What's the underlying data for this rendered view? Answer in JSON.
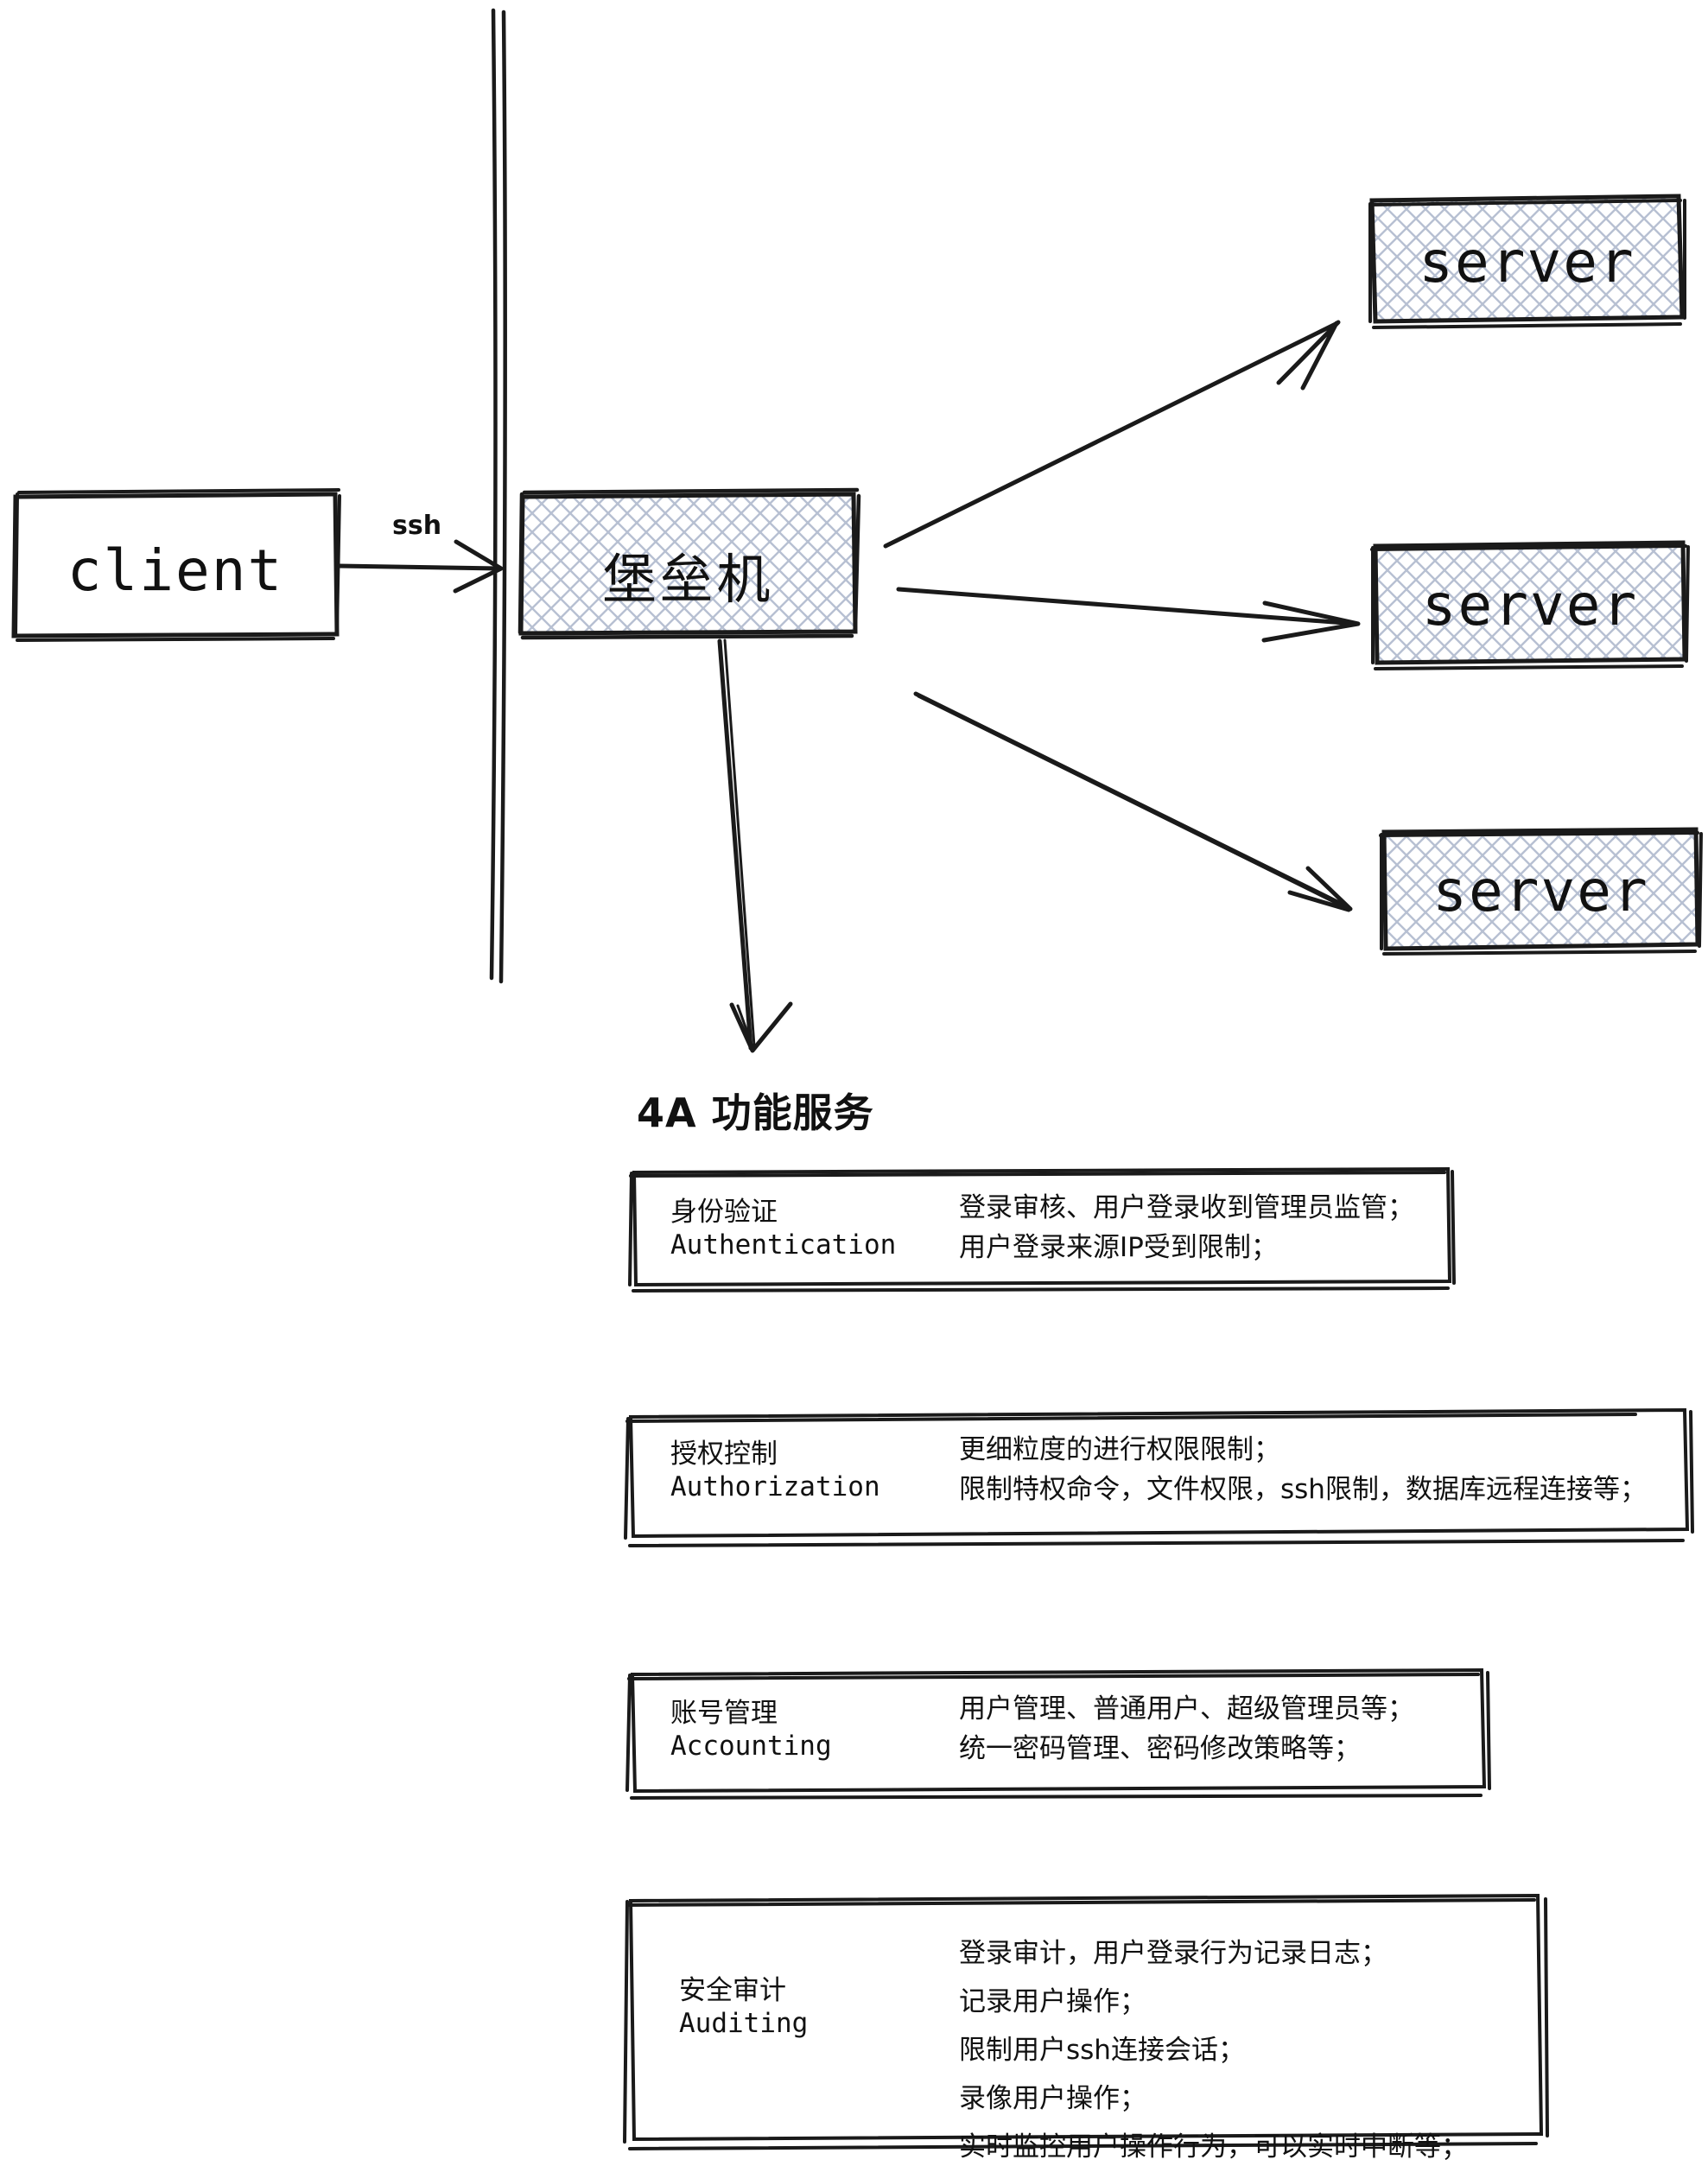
{
  "diagram": {
    "title": "4A 功能服务",
    "nodes": {
      "client": {
        "label": "client",
        "fill": "white"
      },
      "bastion": {
        "label": "堡垒机",
        "fill": "hatched"
      },
      "server1": {
        "label": "server",
        "fill": "hatched"
      },
      "server2": {
        "label": "server",
        "fill": "hatched"
      },
      "server3": {
        "label": "server",
        "fill": "hatched"
      }
    },
    "edges": {
      "client_to_bastion": {
        "label": "ssh"
      },
      "bastion_to_server1": {
        "label": ""
      },
      "bastion_to_server2": {
        "label": ""
      },
      "bastion_to_server3": {
        "label": ""
      },
      "bastion_to_4a": {
        "label": ""
      }
    },
    "firewall_line": {
      "name": "boundary-line"
    },
    "colors": {
      "stroke": "#1a1a1a",
      "hatch": "#b7c0d2",
      "text": "#111111",
      "background": "#ffffff"
    }
  },
  "panels": [
    {
      "cn": "身份验证",
      "en": "Authentication",
      "lines": [
        "登录审核、用户登录收到管理员监管；",
        "用户登录来源IP受到限制；"
      ]
    },
    {
      "cn": "授权控制",
      "en": "Authorization",
      "lines": [
        "更细粒度的进行权限限制；",
        "限制特权命令，文件权限，ssh限制，数据库远程连接等；"
      ]
    },
    {
      "cn": "账号管理",
      "en": "Accounting",
      "lines": [
        "用户管理、普通用户、超级管理员等；",
        "统一密码管理、密码修改策略等；"
      ]
    },
    {
      "cn": "安全审计",
      "en": "Auditing",
      "lines": [
        "登录审计，用户登录行为记录日志；",
        "记录用户操作；",
        "限制用户ssh连接会话；",
        "录像用户操作；",
        "实时监控用户操作行为，可以实时中断等；"
      ]
    }
  ]
}
